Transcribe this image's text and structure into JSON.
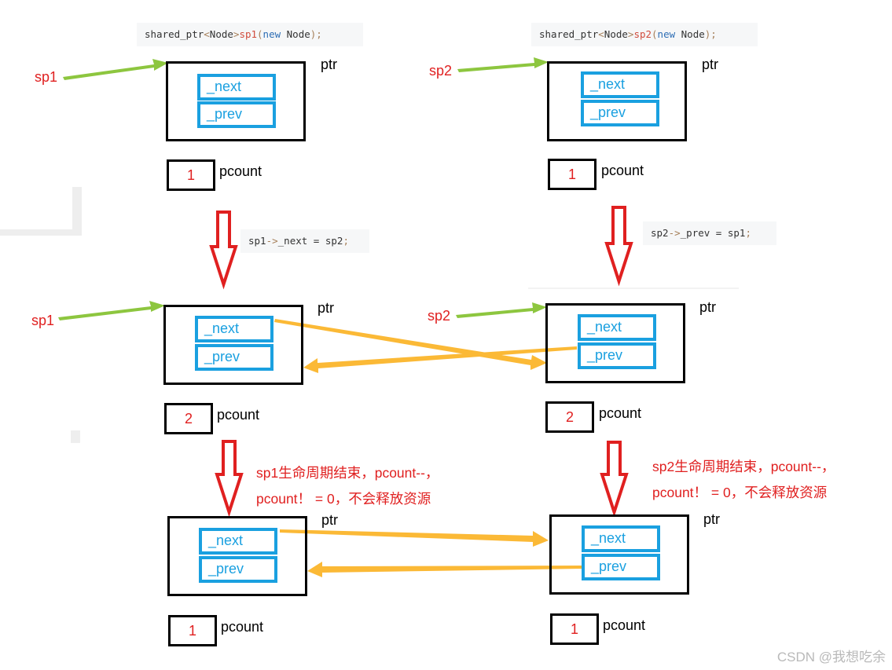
{
  "code": {
    "decl1": {
      "a": "shared_ptr",
      "b": "<",
      "c": "Node",
      "d": ">",
      "e": "sp1",
      "f": "(",
      "g": "new",
      "h": " Node",
      "i": ");"
    },
    "decl2": {
      "a": "shared_ptr",
      "b": "<",
      "c": "Node",
      "d": ">",
      "e": "sp2",
      "f": "(",
      "g": "new",
      "h": " Node",
      "i": ");"
    },
    "assign1": {
      "a": "sp1",
      "b": "->",
      "c": "_next = sp2",
      "d": ";"
    },
    "assign2": {
      "a": "sp2",
      "b": "->",
      "c": "_prev = sp1",
      "d": ";"
    }
  },
  "labels": {
    "sp1": "sp1",
    "sp2": "sp2",
    "ptr": "ptr",
    "pcount": "pcount",
    "next": "_next",
    "prev": "_prev"
  },
  "counts": {
    "row1": {
      "left": "1",
      "right": "1"
    },
    "row2": {
      "left": "2",
      "right": "2"
    },
    "row3": {
      "left": "1",
      "right": "1"
    }
  },
  "notes": {
    "left": {
      "line1": "sp1生命周期结束，pcount--，",
      "line2": "pcount！ = 0，不会释放资源"
    },
    "right": {
      "line1": "sp2生命周期结束，pcount--，",
      "line2": "pcount！ = 0，不会释放资源"
    }
  },
  "watermark": "CSDN @我想吃余",
  "colors": {
    "pointer": "#8dc63f",
    "link": "#fbb936",
    "down": "#e02020",
    "field": "#1aa0e0"
  }
}
